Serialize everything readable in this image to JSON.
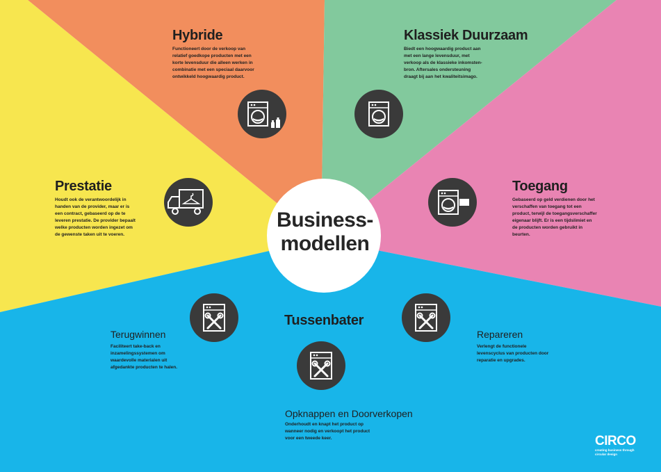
{
  "center": {
    "line1": "Business-",
    "line2": "modellen"
  },
  "colors": {
    "hybride": "#f28e5d",
    "klassiek": "#82c99d",
    "toegang": "#e984b3",
    "prestatie": "#f7e64f",
    "blue": "#18b5e9",
    "icon_bg": "#3a3a3a"
  },
  "hybride": {
    "title": "Hybride",
    "desc": [
      "Functioneert door de verkoop van",
      "relatief goedkope producten met een",
      "korte levensduur die alleen werken in",
      "combinatie met een speciaal daarvoor",
      "ontwikkeld hoogwaardig product."
    ]
  },
  "klassiek": {
    "title": "Klassiek Duurzaam",
    "desc": [
      "Biedt een hoogwaardig product aan",
      "met een lange levensduur, met",
      "verkoop als de klassieke inkomsten-",
      "bron. Aftersales ondersteuning",
      "draagt bij aan het kwaliteitsimago."
    ]
  },
  "toegang": {
    "title": "Toegang",
    "desc": [
      "Gebaseerd op geld verdienen door het",
      "verschaffen van toegang tot een",
      "product, terwijl de toegangsverschaffer",
      "eigenaar blijft. Er is een tijdslimiet en",
      "de producten worden gebruikt in",
      "beurten."
    ]
  },
  "prestatie": {
    "title": "Prestatie",
    "desc": [
      "Houdt ook de verantwoordelijk in",
      "handen van de provider, maar er is",
      "een contract, gebaseerd op de te",
      "leveren prestatie. De provider bepaalt",
      "welke producten worden ingezet om",
      "de gewenste taken uit te voeren."
    ]
  },
  "tussenbater": {
    "title": "Tussenbater"
  },
  "terugwinnen": {
    "title": "Terugwinnen",
    "desc": [
      "Faciliteert take-back en",
      "inzamelingssystemen om",
      "waardevolle materialen uit",
      "afgedankte producten te halen."
    ]
  },
  "repareren": {
    "title": "Repareren",
    "desc": [
      "Verlengt de functionele",
      "levenscyclus van producten door",
      "reparatie en upgrades."
    ]
  },
  "opknappen": {
    "title": "Opknappen en Doorverkopen",
    "desc": [
      "Onderhoudt en knapt het product op",
      "wanneer nodig en verkoopt het product",
      "voor een tweede keer."
    ]
  },
  "logo": {
    "word": "CIRCO",
    "tagline": [
      "creating business through",
      "circular design"
    ]
  },
  "icons": {
    "hybride": "washing-machine-with-bottles-icon",
    "klassiek": "washing-machine-icon",
    "toegang": "washing-machine-with-card-icon",
    "prestatie": "truck-with-hanger-icon",
    "terugwinnen": "repair-tools-icon",
    "opknappen": "repair-tools-icon",
    "repareren": "repair-tools-icon"
  }
}
